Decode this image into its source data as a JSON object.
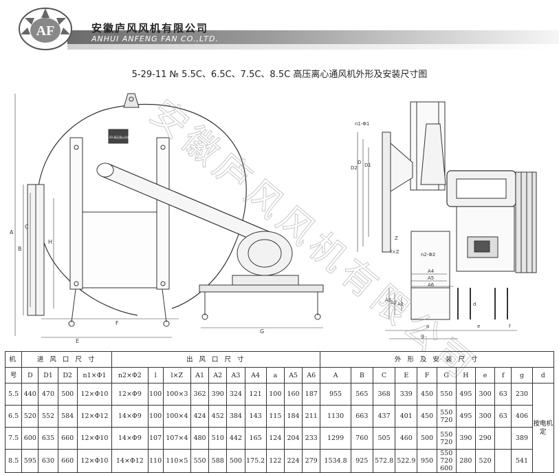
{
  "header": {
    "company_cn": "安徽庐风风机有限公司",
    "company_en": "ANHUI ANFENG FAN CO.,LTD.",
    "logo_letters": "AF"
  },
  "title": "5-29-11 № 5.5C、6.5C、7.5C、8.5C 高压离心通风机外形及安装尺寸图",
  "watermark": "安徽庐风风机有限公司",
  "drawing": {
    "plate": "5-29 高压离心风机",
    "left_labels": {
      "A": "A",
      "B": "B",
      "C": "C",
      "H": "H",
      "F": "F",
      "E": "E",
      "G": "G"
    },
    "right_labels": {
      "n1": "n1-Φ1",
      "n2": "n2-Φ2",
      "D2": "D2",
      "D": "D",
      "D1": "D1",
      "Z": "Z",
      "l": "l×Z",
      "A4": "A4",
      "A5": "A5",
      "A6": "A6",
      "A3": "A3",
      "A2": "A2",
      "A1": "A1",
      "d": "d",
      "a": "a",
      "e": "e",
      "f": "f",
      "g": "g"
    }
  },
  "table": {
    "group_headers": {
      "model": "机",
      "inlet": "进 风 口 尺 寸",
      "outlet": "出 风 口 尺 寸",
      "outline": "外 形 及 安 装 尺 寸"
    },
    "columns": [
      "号",
      "D",
      "D1",
      "D2",
      "n1×Φ1",
      "n2×Φ2",
      "l",
      "l×Z",
      "A1",
      "A2",
      "A3",
      "A4",
      "a",
      "A5",
      "A6",
      "A",
      "B",
      "C",
      "E",
      "F",
      "G",
      "H",
      "e",
      "f",
      "g",
      "d"
    ],
    "rows": [
      [
        "5.5",
        "440",
        "470",
        "500",
        "12×Φ10",
        "12×Φ9",
        "100",
        "100×3",
        "362",
        "390",
        "324",
        "121",
        "100",
        "160",
        "187",
        "955",
        "565",
        "368",
        "339",
        "450",
        "550",
        "495",
        "300",
        "63",
        "230"
      ],
      [
        "6.5",
        "520",
        "552",
        "584",
        "12×Φ12",
        "14×Φ9",
        "100",
        "100×4",
        "424",
        "452",
        "384",
        "143",
        "115",
        "184",
        "211",
        "1130",
        "663",
        "437",
        "401",
        "450",
        "550 720",
        "495",
        "300",
        "63",
        "406"
      ],
      [
        "7.5",
        "600",
        "635",
        "660",
        "12×Φ10",
        "14×Φ9",
        "107",
        "107×4",
        "480",
        "510",
        "442",
        "165",
        "124",
        "204",
        "233",
        "1299",
        "760",
        "505",
        "460",
        "500",
        "550 720",
        "390",
        "290",
        "",
        "389"
      ],
      [
        "8.5",
        "595",
        "630",
        "660",
        "12×Φ10",
        "14×Φ12",
        "110",
        "110×5",
        "550",
        "588",
        "500",
        "175.2",
        "122",
        "224",
        "279",
        "1534.8",
        "925",
        "572.8",
        "522.9",
        "950",
        "550 720 600",
        "280",
        "520",
        "",
        "541"
      ]
    ],
    "d_note": "按电机定"
  }
}
